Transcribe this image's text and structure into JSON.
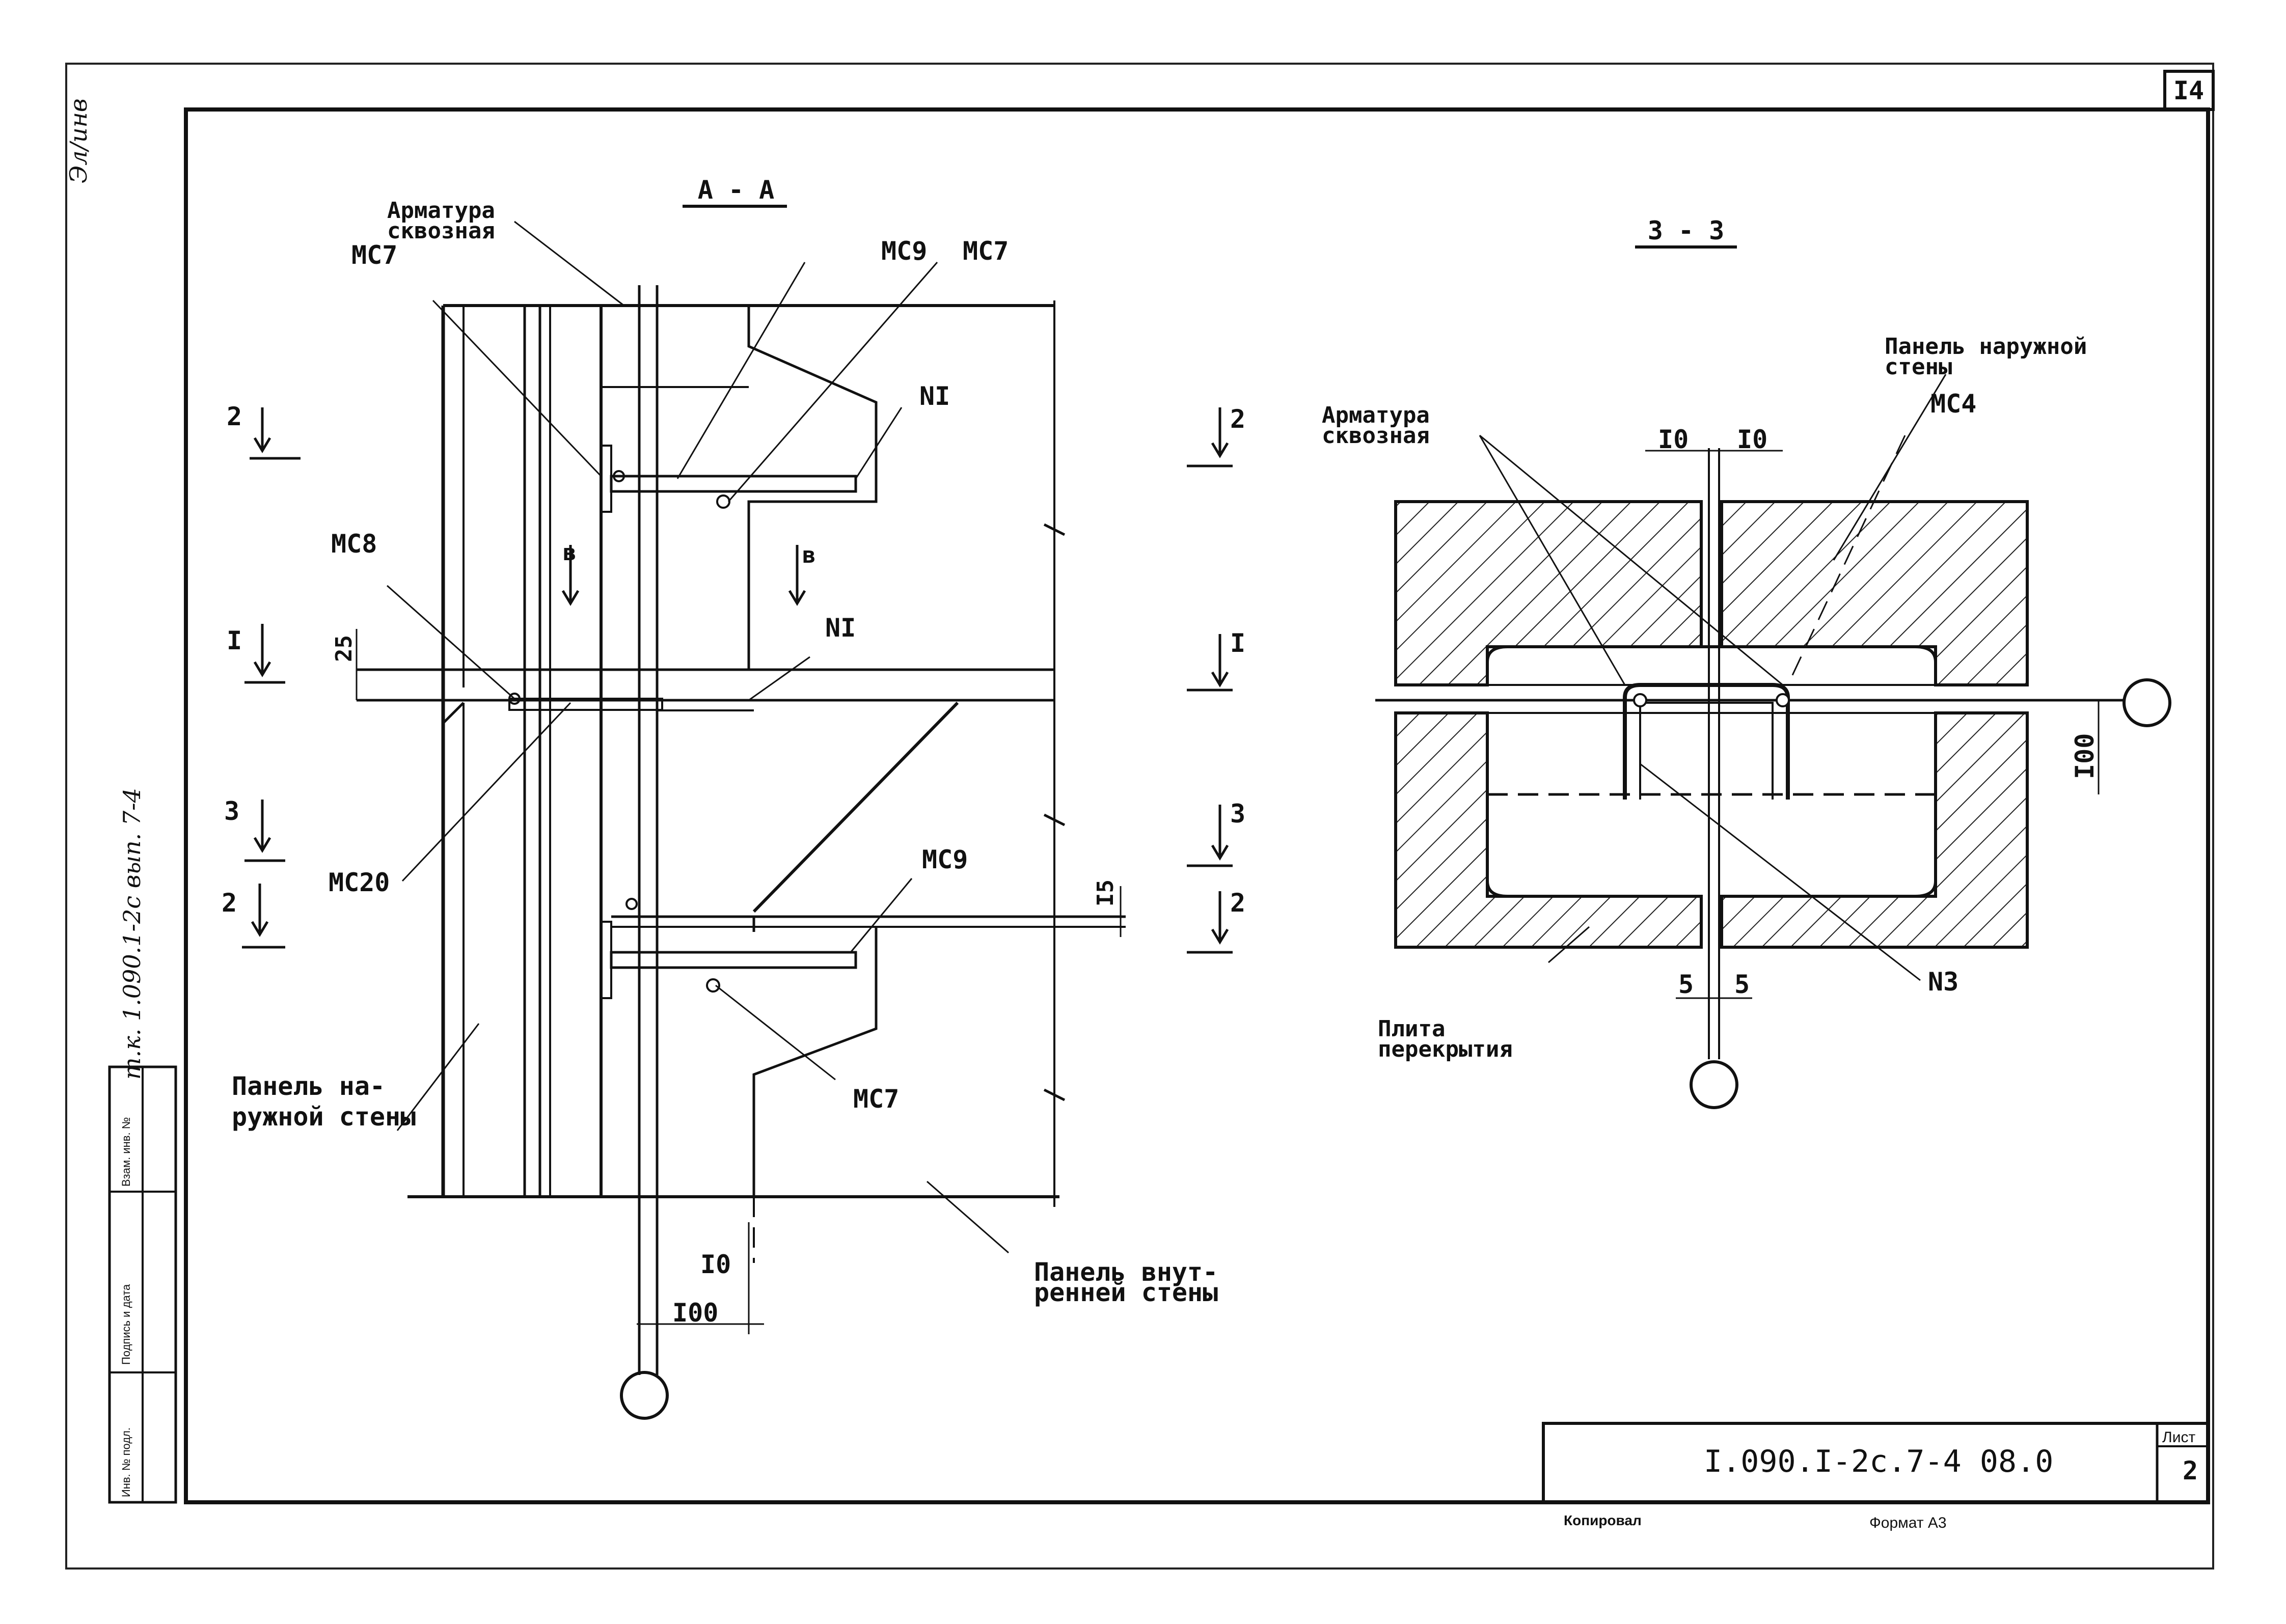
{
  "sheet": {
    "sheet_number_top": "I4",
    "side_code": "т.к. 1.090.1-2с вып. 7-4",
    "handwritten_mark": "Эл/инв",
    "stamp_cols": [
      "Инв. № подл.",
      "Подпись и дата",
      "Взам. инв. №"
    ],
    "title_code": "I.090.I-2c.7-4  08.0",
    "list_label": "Лист",
    "list_number": "2",
    "footer_left": "Копировал",
    "footer_right": "Формат А3",
    "line_color": "#111111"
  },
  "section_aa": {
    "title": "А - А",
    "labels": {
      "armatura_1": "Арматура",
      "armatura_2": "сквозная",
      "mc7_top_left": "МС7",
      "mc9_top": "МС9",
      "mc7_top_right": "МС7",
      "n1_upper": "NI",
      "n1_mid": "NI",
      "mc8": "МС8",
      "mc20": "МС20",
      "mc9_lower": "МС9",
      "mc7_lower": "МС7",
      "panel_outer_1": "Панель на-",
      "panel_outer_2": "ружной стены",
      "panel_inner_1": "Панель внут-",
      "panel_inner_2": "ренней стены",
      "dim_25": "25",
      "dim_15": "I5",
      "dim_10": "I0",
      "dim_100": "I00",
      "cut_v": "в"
    },
    "cuts_left": [
      "2",
      "I",
      "3",
      "2"
    ],
    "cuts_right": [
      "2",
      "I",
      "3",
      "2"
    ]
  },
  "section_33": {
    "title": "3 - 3",
    "labels": {
      "panel_outer_1": "Панель наружной",
      "panel_outer_2": "стены",
      "mc4": "МС4",
      "armatura_1": "Арматура",
      "armatura_2": "сквозная",
      "dim_10_left": "I0",
      "dim_10_right": "I0",
      "dim_100": "I00",
      "dim_5_left": "5",
      "dim_5_right": "5",
      "slab_1": "Плита",
      "slab_2": "перекрытия",
      "n3": "N3"
    }
  }
}
